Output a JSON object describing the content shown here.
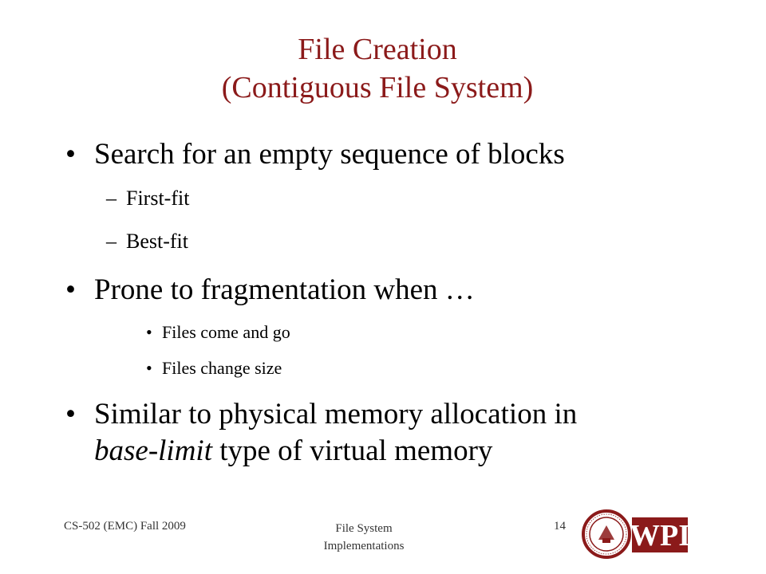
{
  "slide": {
    "title_line1": "File Creation",
    "title_line2": "(Contiguous File System)",
    "bullet1": "Search for an empty sequence of blocks",
    "sub1": "First-fit",
    "sub2": "Best-fit",
    "bullet2": "Prone to fragmentation when …",
    "subsub1": "Files come and go",
    "subsub2": "Files change size",
    "bullet3_line1": "Similar to physical memory allocation in",
    "bullet3_italic": "base-limit",
    "bullet3_rest": " type of virtual memory",
    "bullet_glyph": "•",
    "dash_glyph": "–"
  },
  "footer": {
    "left": "CS-502 (EMC) Fall 2009",
    "center_line1": "File System",
    "center_line2": "Implementations",
    "page_number": "14"
  },
  "logo": {
    "text": "WPI",
    "color": "#8b1a1a"
  },
  "colors": {
    "title": "#8b1a1a",
    "text": "#000000"
  }
}
